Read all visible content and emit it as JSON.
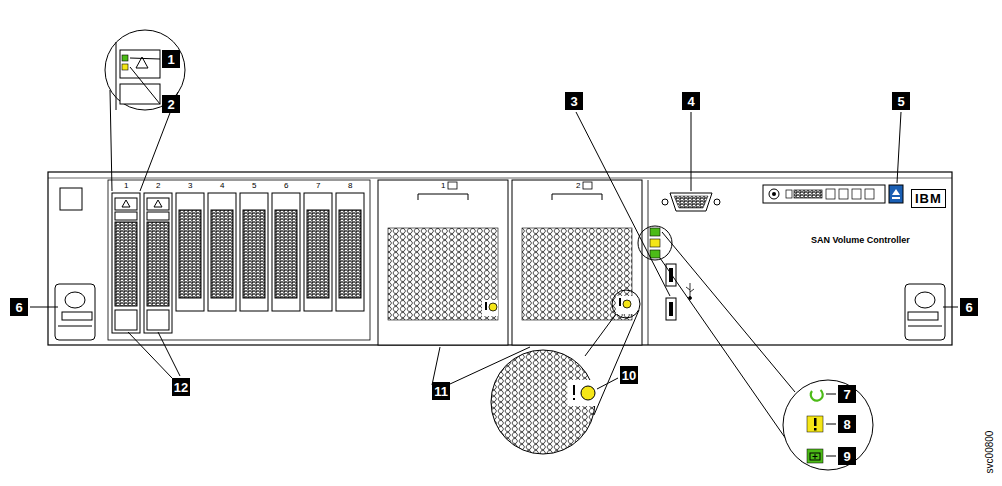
{
  "diagram": {
    "labels": [
      "1",
      "2",
      "3",
      "4",
      "5",
      "6",
      "6",
      "7",
      "8",
      "9",
      "10",
      "11",
      "12",
      "1",
      "2",
      "3",
      "4",
      "5",
      "6",
      "7",
      "8",
      "1",
      "2",
      "SAN Volume Controller",
      "IBM",
      "svc00800"
    ]
  }
}
